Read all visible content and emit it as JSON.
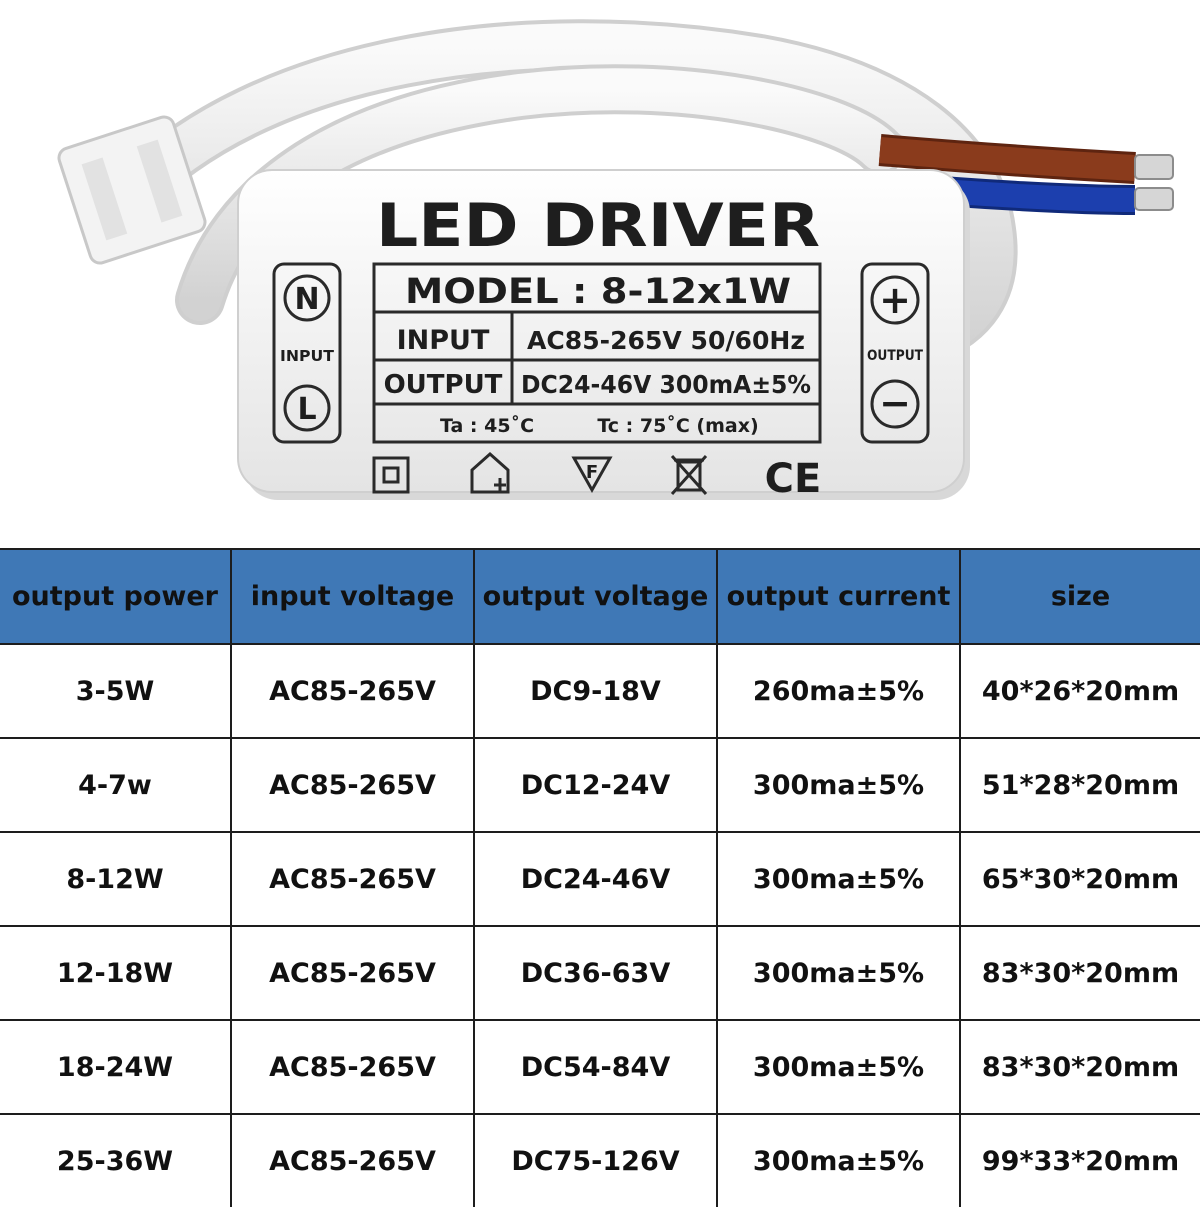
{
  "product": {
    "title": "LED DRIVER",
    "model": "MODEL : 8-12x1W",
    "input_label": "INPUT",
    "input_value": "AC85-265V 50/60Hz",
    "output_label": "OUTPUT",
    "output_value": "DC24-46V 300mA±5%",
    "ta": "Ta : 45˚C",
    "tc": "Tc : 75˚C (max)",
    "left_terminal": {
      "top": "N",
      "side": "INPUT",
      "bottom": "L"
    },
    "right_terminal": {
      "top": "+",
      "side": "OUTPUT",
      "bottom": "−"
    },
    "cert_icons": [
      "double-insulation-icon",
      "indoor-use-icon",
      "f-mark-icon",
      "weee-bin-icon",
      "ce-mark-icon"
    ],
    "ce_text": "CE",
    "f_text": "F",
    "colors": {
      "wire_brown": "#8a3b1c",
      "wire_blue": "#1c3fae",
      "casing": "#f1f1f1",
      "cable": "#e9e9e9"
    }
  },
  "table": {
    "header_color": "#3f78b6",
    "columns": [
      "output power",
      "input voltage",
      "output voltage",
      "output current",
      "size"
    ],
    "rows": [
      [
        "3-5W",
        "AC85-265V",
        "DC9-18V",
        "260ma±5%",
        "40*26*20mm"
      ],
      [
        "4-7w",
        "AC85-265V",
        "DC12-24V",
        "300ma±5%",
        "51*28*20mm"
      ],
      [
        "8-12W",
        "AC85-265V",
        "DC24-46V",
        "300ma±5%",
        "65*30*20mm"
      ],
      [
        "12-18W",
        "AC85-265V",
        "DC36-63V",
        "300ma±5%",
        "83*30*20mm"
      ],
      [
        "18-24W",
        "AC85-265V",
        "DC54-84V",
        "300ma±5%",
        "83*30*20mm"
      ],
      [
        "25-36W",
        "AC85-265V",
        "DC75-126V",
        "300ma±5%",
        "99*33*20mm"
      ]
    ]
  }
}
